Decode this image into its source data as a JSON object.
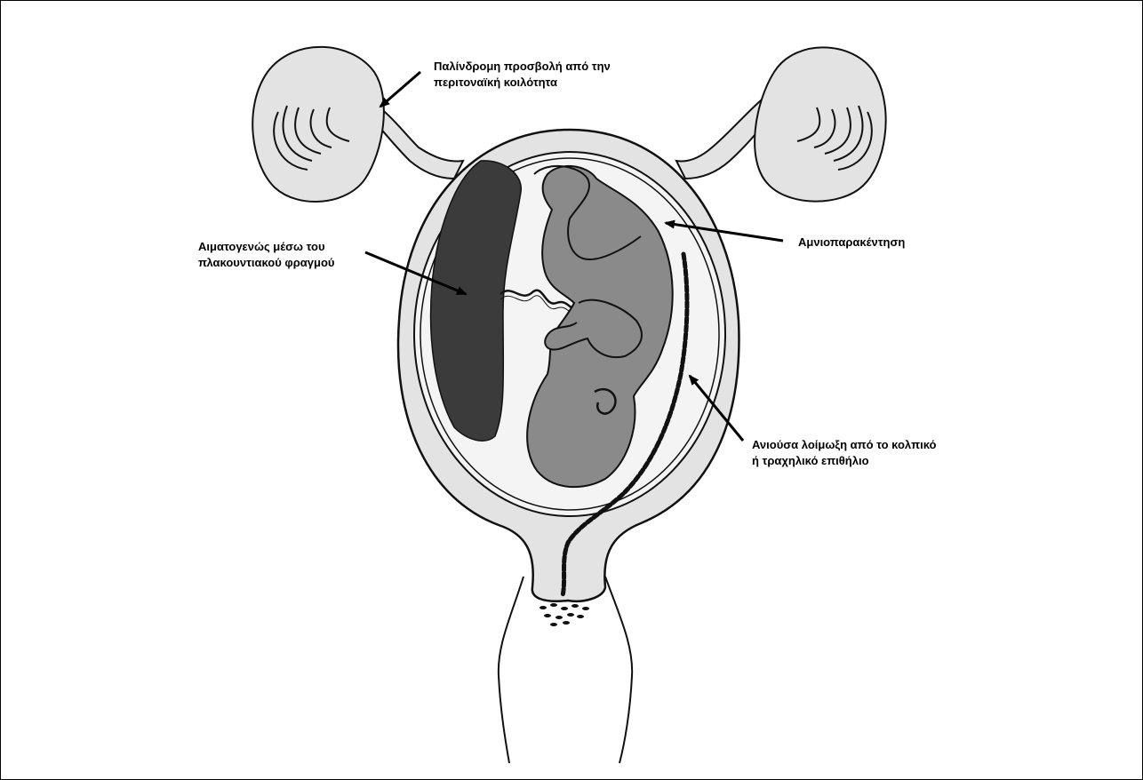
{
  "labels": {
    "retrograde": {
      "line1": "Παλίνδρομη προσβολή από την",
      "line2": "περιτοναϊκή κοιλότητα"
    },
    "hematogenous": {
      "line1": "Αιματογενώς μέσω του",
      "line2": "πλακουντιακού φραγμού"
    },
    "amniocentesis": {
      "line1": "Αμνιοπαρακέντηση"
    },
    "ascending": {
      "line1": "Ανιούσα λοίμωξη από το κολπικό",
      "line2": "ή τραχηλικό επιθήλιο"
    }
  },
  "colors": {
    "tissue": "#e3e3e3",
    "fetus": "#8a8a8a",
    "placenta": "#3b3b3b",
    "outline": "#111111",
    "background": "#ffffff"
  }
}
